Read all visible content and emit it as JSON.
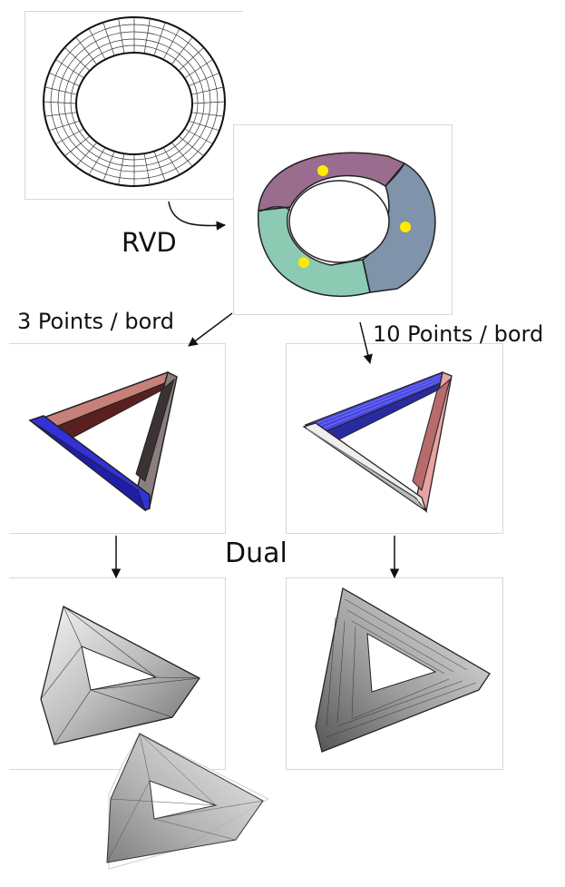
{
  "labels": {
    "rvd": "RVD",
    "three_points": "3 Points / bord",
    "ten_points": "10 Points / bord",
    "dual": "Dual"
  },
  "colors": {
    "purple_region": "#9a6d8f",
    "blue_region": "#7f94ab",
    "green_region": "#8ccab3",
    "seed_point": "#ffea00",
    "prism_blue": "#3232d6",
    "prism_red": "#c8807a",
    "prism_grey": "#8a7e7e"
  }
}
